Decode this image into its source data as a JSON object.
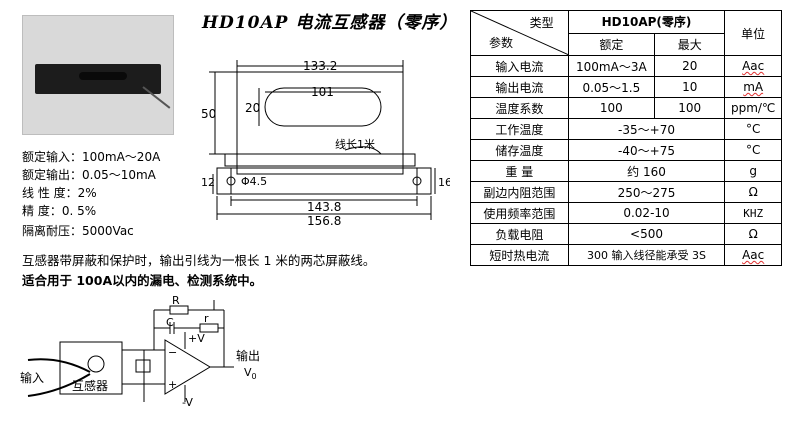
{
  "title": "HD10AP 电流互感器（零序）",
  "specs": [
    "额定输入：100mA～20A",
    "额定输出：0.05～10mA",
    "线 性 度：2%",
    "精    度：0. 5%",
    "隔离耐压：5000Vac"
  ],
  "note": "互感器带屏蔽和保护时，输出引线为一根长 1 米的两芯屏蔽线。",
  "application": "适合用于 100A以内的漏电、检测系统中。",
  "dimensions": {
    "top_width": "133.2",
    "slot_width": "101",
    "slot_height": "20",
    "height": "50",
    "lead_length": "线长1米",
    "hole_dia": "Φ4.5",
    "left_h": "12",
    "right_h": "16",
    "inner_len": "143.8",
    "outer_len": "156.8"
  },
  "circuit": {
    "input_label": "输入",
    "transformer_label": "互感器",
    "output_label": "输出",
    "output_v": "V",
    "output_sub": "0",
    "r_label": "R",
    "c_label": "C",
    "r_small_label": "r",
    "pos_supply": "+V",
    "neg_supply": "-V",
    "minus_sign": "−",
    "plus_sign": "+"
  },
  "table": {
    "type_label": "类型",
    "param_label": "参数",
    "model": "HD10AP(零序)",
    "unit_label": "单位",
    "rated_label": "额定",
    "max_label": "最大",
    "rows": [
      {
        "param": "输入电流",
        "rated": "100mA～3A",
        "max": "20",
        "unit": "Aac"
      },
      {
        "param": "输出电流",
        "rated": "0.05～1.5",
        "max": "10",
        "unit": "mA"
      },
      {
        "param": "温度系数",
        "rated": "100",
        "max": "100",
        "unit": "ppm/℃"
      },
      {
        "param": "工作温度",
        "rated": "-35～+70",
        "unit": "°C"
      },
      {
        "param": "储存温度",
        "rated": "-40～+75",
        "unit": "°C"
      },
      {
        "param": "重    量",
        "rated": "约 160",
        "unit": "g"
      },
      {
        "param": "副边内阻范围",
        "rated": "250～275",
        "unit": "Ω"
      },
      {
        "param": "使用频率范围",
        "rated": "0.02-10",
        "unit": "KHZ"
      },
      {
        "param": "负载电阻",
        "rated": "<500",
        "unit": "Ω"
      },
      {
        "param": "短时热电流",
        "rated": "300 输入线径能承受 3S",
        "unit": "Aac"
      }
    ]
  }
}
